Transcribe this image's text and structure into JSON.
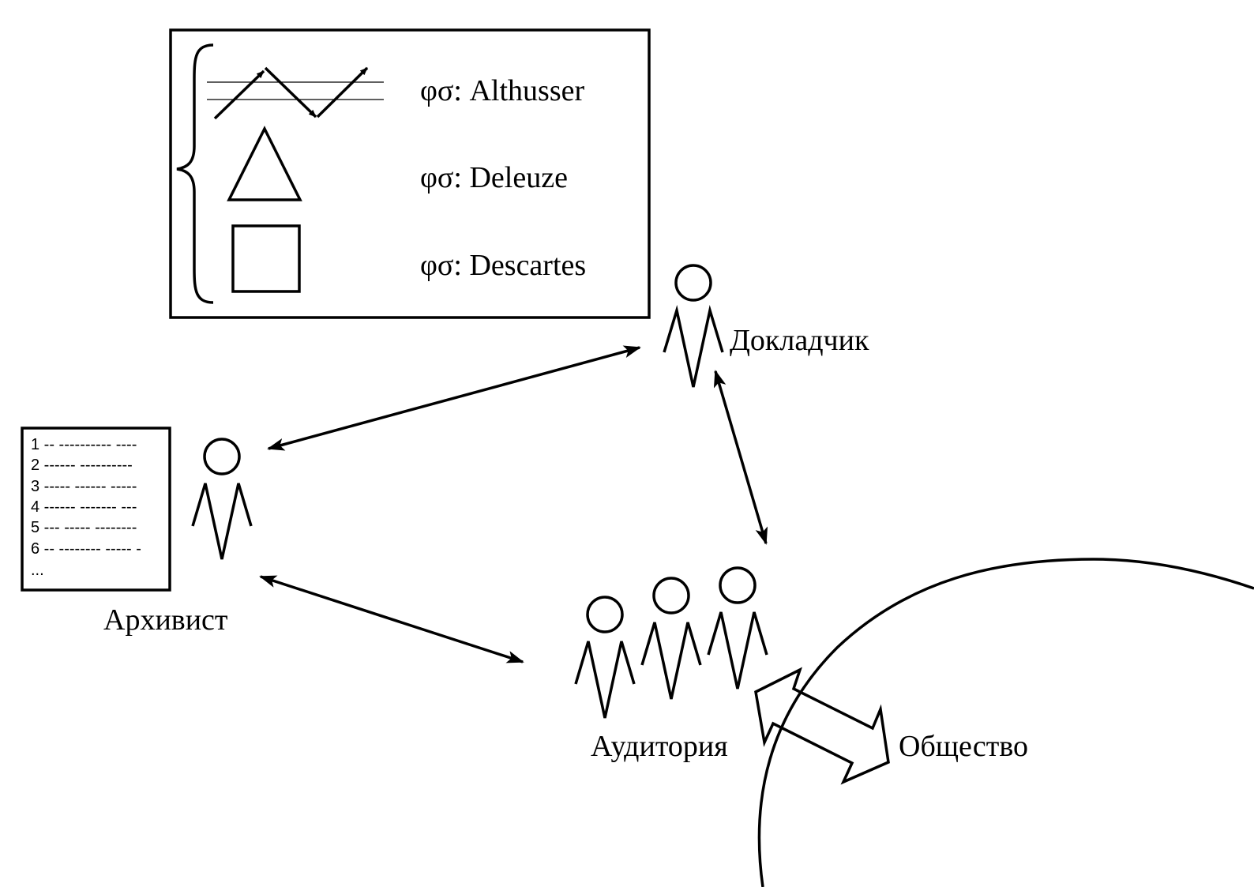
{
  "legend": {
    "items": [
      {
        "label": "φσ: Althusser",
        "symbol": "zigzag-arrow"
      },
      {
        "label": "φσ: Deleuze",
        "symbol": "triangle"
      },
      {
        "label": "φσ: Descartes",
        "symbol": "square"
      }
    ]
  },
  "archive_list": {
    "lines": [
      "1 -- ---------- ----",
      "2 ------ ----------",
      "3 ----- ------ -----",
      "4 ------ ------- ---",
      "5 --- ----- --------",
      "6 -- -------- ----- -",
      "..."
    ]
  },
  "actors": {
    "speaker": "Докладчик",
    "archivist": "Архивист",
    "audience": "Аудитория",
    "society": "Общество"
  },
  "colors": {
    "ink": "#000000",
    "background": "#ffffff"
  }
}
